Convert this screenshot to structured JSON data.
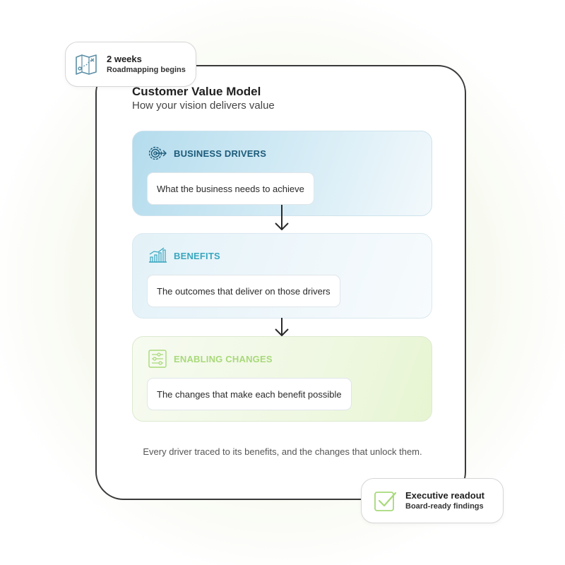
{
  "badges": {
    "top": {
      "title": "2 weeks",
      "subtitle": "Roadmapping begins",
      "icon": "roadmap-icon"
    },
    "bottom": {
      "title": "Executive readout",
      "subtitle": "Board-ready findings",
      "icon": "checkbox-icon"
    }
  },
  "model": {
    "title": "Customer Value Model",
    "subtitle": "How your vision delivers value"
  },
  "panels": [
    {
      "label": "BUSINESS DRIVERS",
      "description": "What the business needs to achieve",
      "icon": "target-gear-icon",
      "color": "#1d5b7a"
    },
    {
      "label": "BENEFITS",
      "description": "The outcomes that deliver on those drivers",
      "icon": "growth-chart-icon",
      "color": "#39a6bf"
    },
    {
      "label": "ENABLING CHANGES",
      "description": "The changes that make each benefit possible",
      "icon": "sliders-icon",
      "color": "#a8d97a"
    }
  ],
  "footer": {
    "note": "Every driver traced to its benefits, and the changes that unlock them."
  }
}
